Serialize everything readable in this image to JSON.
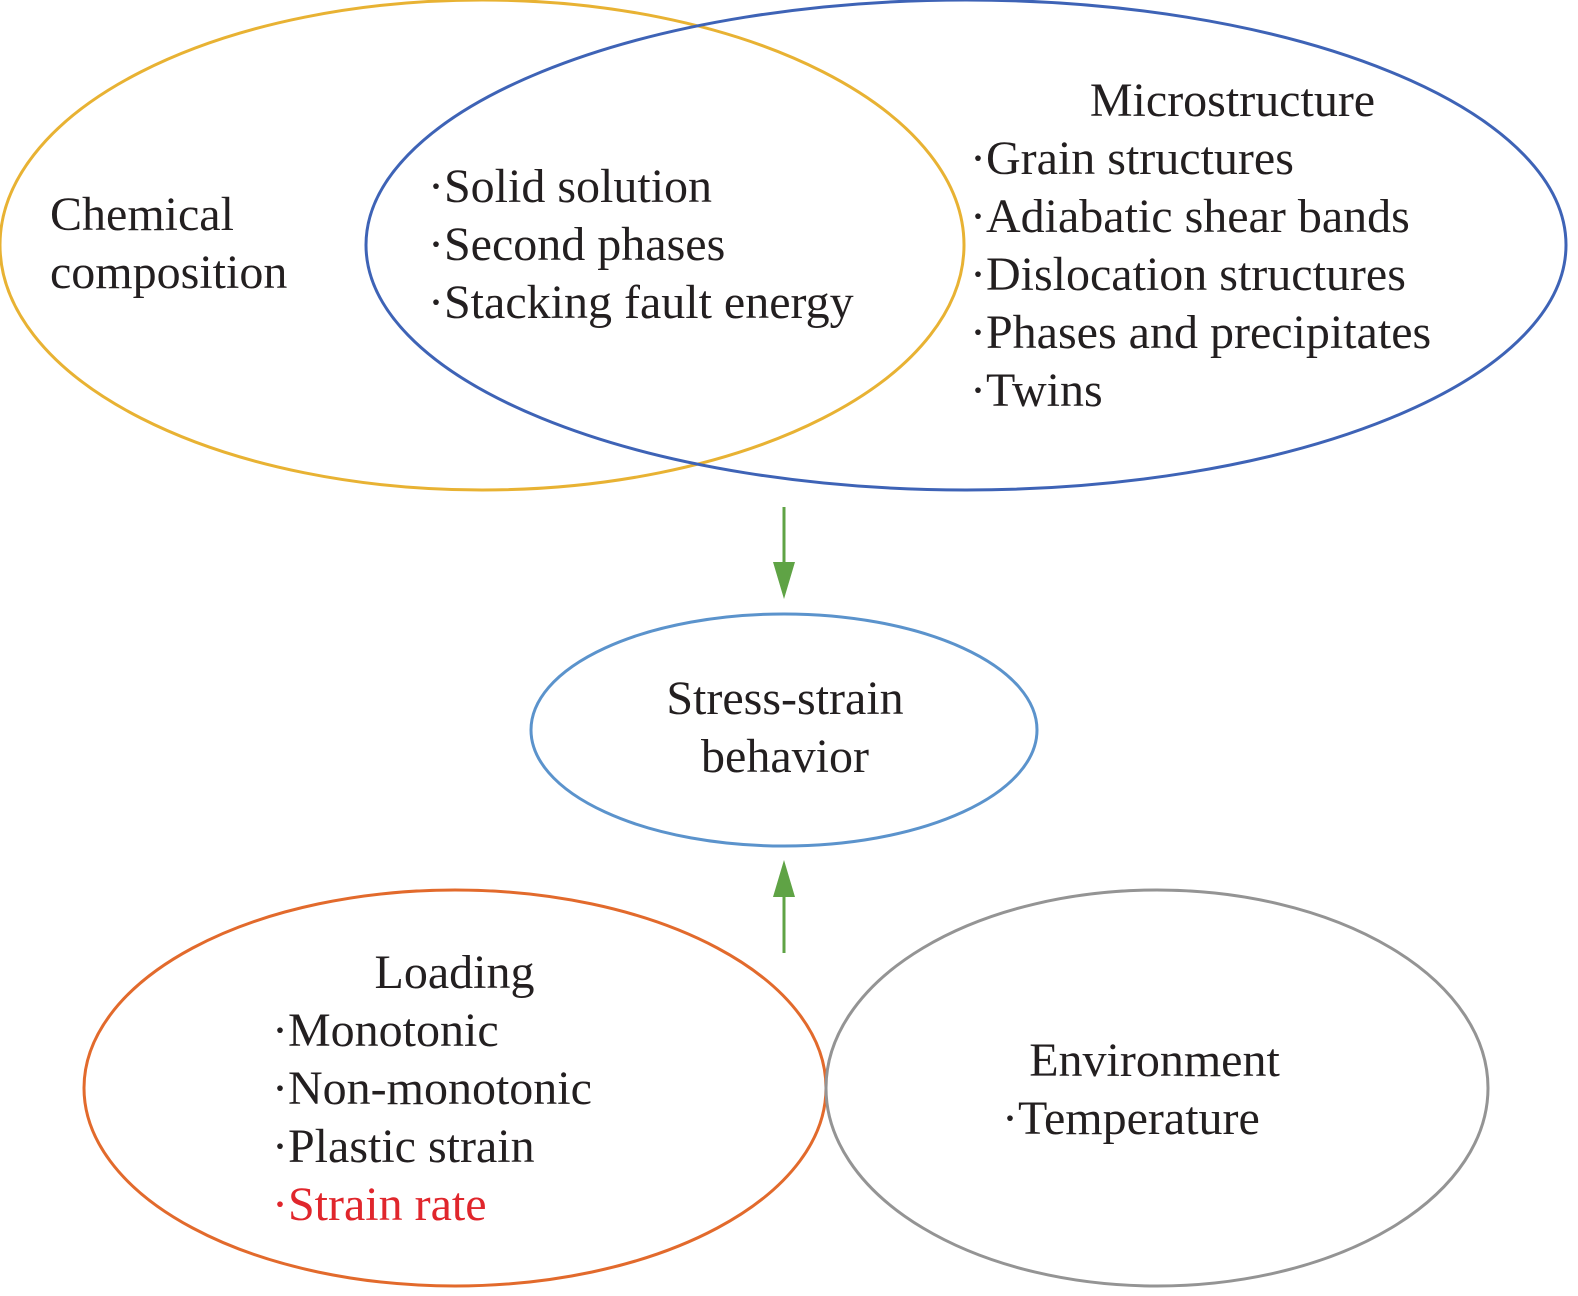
{
  "diagram": {
    "chemical": {
      "line1": "Chemical",
      "line2": "composition",
      "color": "#e8b233"
    },
    "overlap": {
      "items": [
        "·Solid solution",
        "·Second phases",
        "·Stacking fault energy"
      ]
    },
    "microstructure": {
      "title": "Microstructure",
      "items": [
        "·Grain structures",
        "·Adiabatic shear bands",
        "·Dislocation structures",
        "·Phases and precipitates",
        "·Twins"
      ],
      "color": "#3e63b6"
    },
    "stress_strain": {
      "line1": "Stress-strain",
      "line2": "behavior",
      "color": "#5b93cc"
    },
    "loading": {
      "title": "Loading",
      "items": [
        "·Monotonic",
        "·Non-monotonic",
        "·Plastic strain"
      ],
      "highlight_item": "·Strain rate",
      "color": "#e26a2c",
      "highlight_color": "#e0262c"
    },
    "environment": {
      "title": "Environment",
      "items": [
        "·Temperature"
      ],
      "color": "#949494"
    },
    "arrow_color": "#5fa345"
  }
}
